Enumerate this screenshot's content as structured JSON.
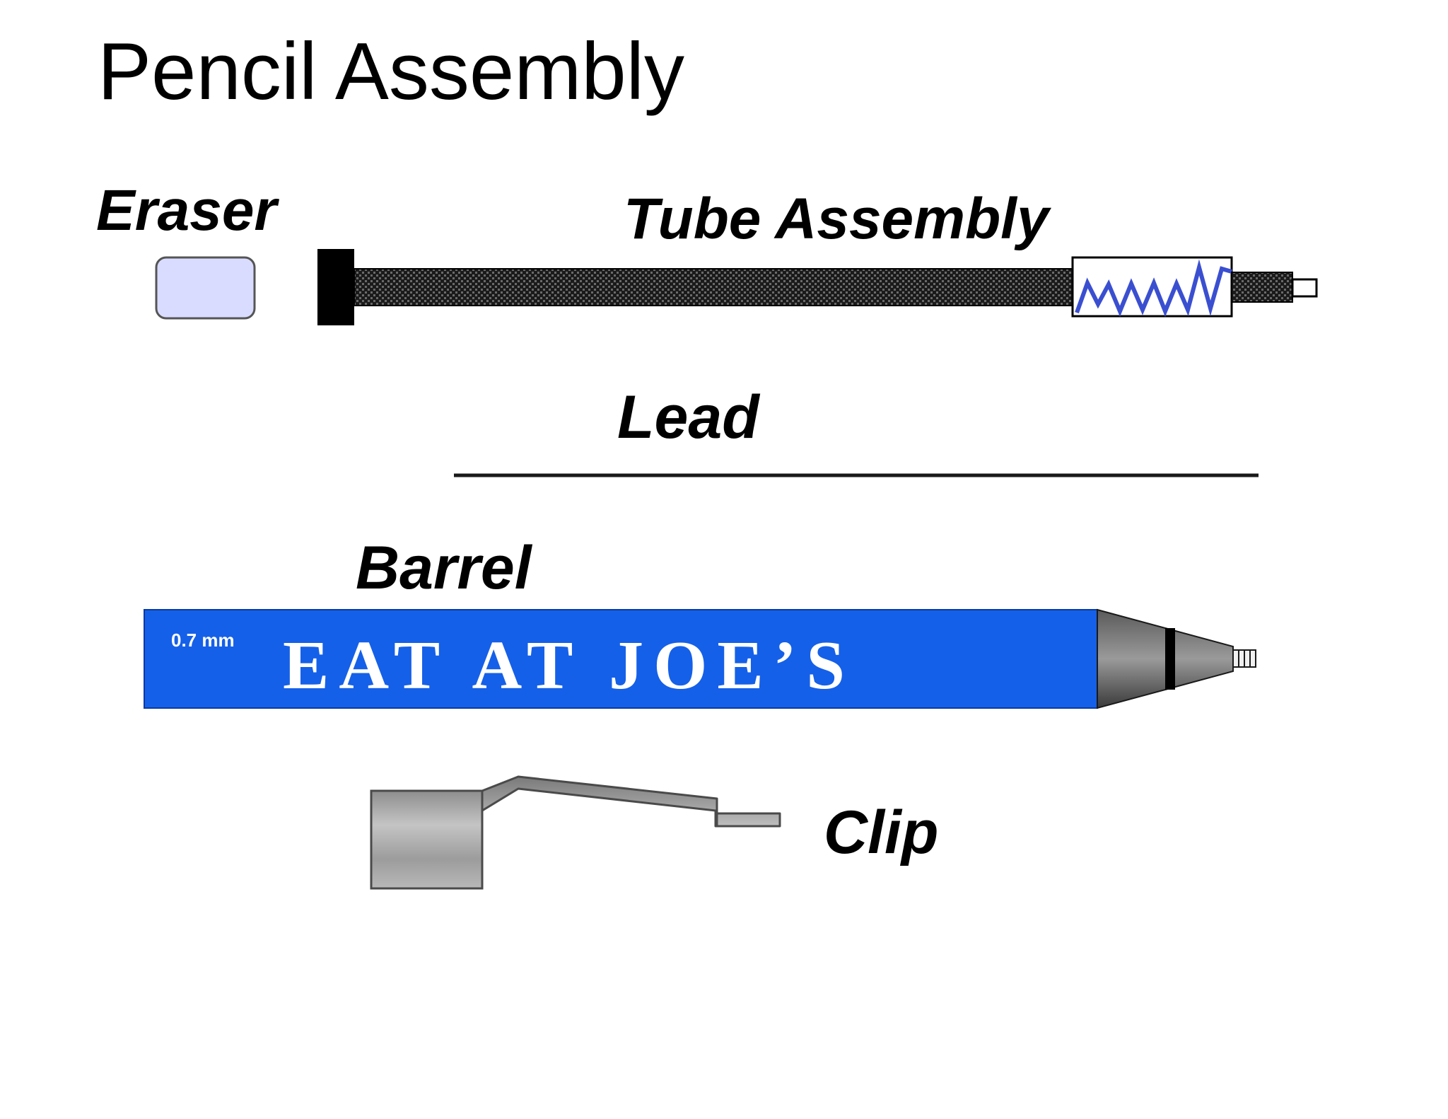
{
  "title": "Pencil Assembly",
  "parts": {
    "eraser": "Eraser",
    "tube_assembly": "Tube Assembly",
    "lead": "Lead",
    "barrel": "Barrel",
    "clip": "Clip"
  },
  "barrel": {
    "size_label": "0.7 mm",
    "brand_text": "EAT AT JOE’S"
  },
  "colors": {
    "eraser_fill": "#d9dcff",
    "tube_spring": "#3a4fd0",
    "barrel_blue": "#1560e8",
    "clip_gray": "#a8a8a8"
  }
}
